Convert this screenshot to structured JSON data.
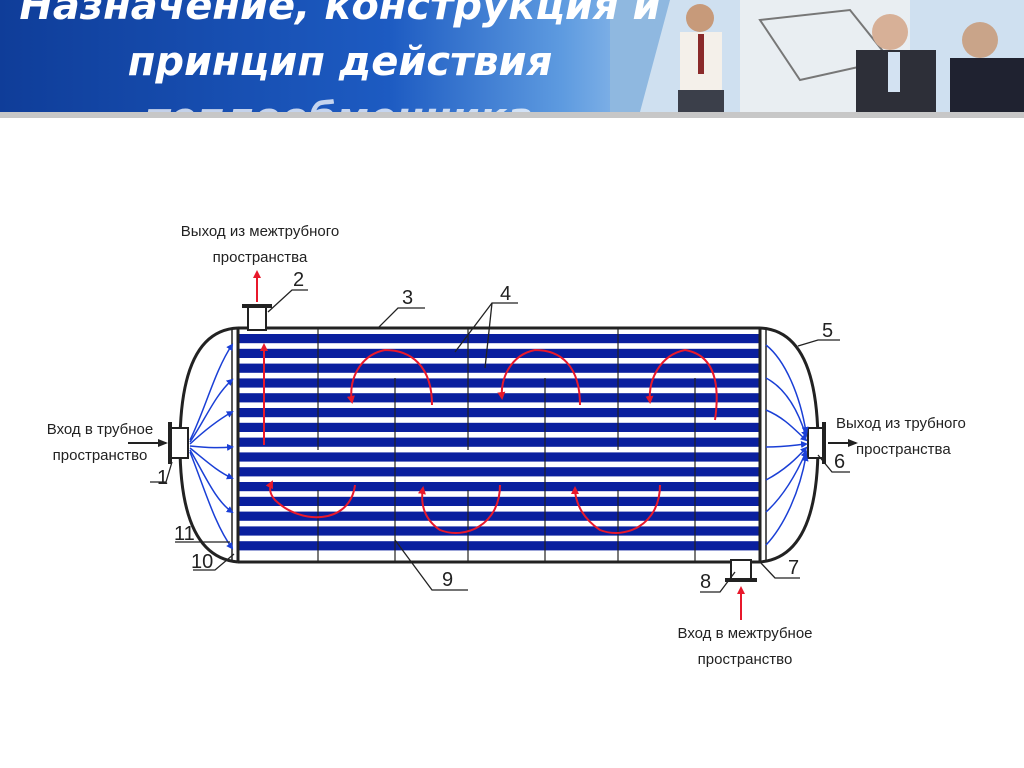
{
  "slide": {
    "title_lines": [
      "Назначение, конструкция и",
      "принцип действия",
      "теплообменника"
    ]
  },
  "diagram": {
    "labels": {
      "shell_outlet": [
        "Выход из межтрубного",
        "пространства"
      ],
      "tube_inlet": [
        "Вход в трубное",
        "пространство"
      ],
      "tube_outlet": [
        "Выход из трубного",
        "пространства"
      ],
      "shell_inlet": [
        "Вход в межтрубное",
        "пространство"
      ]
    },
    "part_numbers": {
      "n1": "1",
      "n2": "2",
      "n3": "3",
      "n4": "4",
      "n5": "5",
      "n6": "6",
      "n7": "7",
      "n8": "8",
      "n9": "9",
      "n10": "10",
      "n11": "11"
    }
  },
  "colors": {
    "tube_blue": "#0a1f9e",
    "flow_red": "#e8182b",
    "flow_blue": "#1a3fd6",
    "header_blue": "#0f3d99"
  }
}
